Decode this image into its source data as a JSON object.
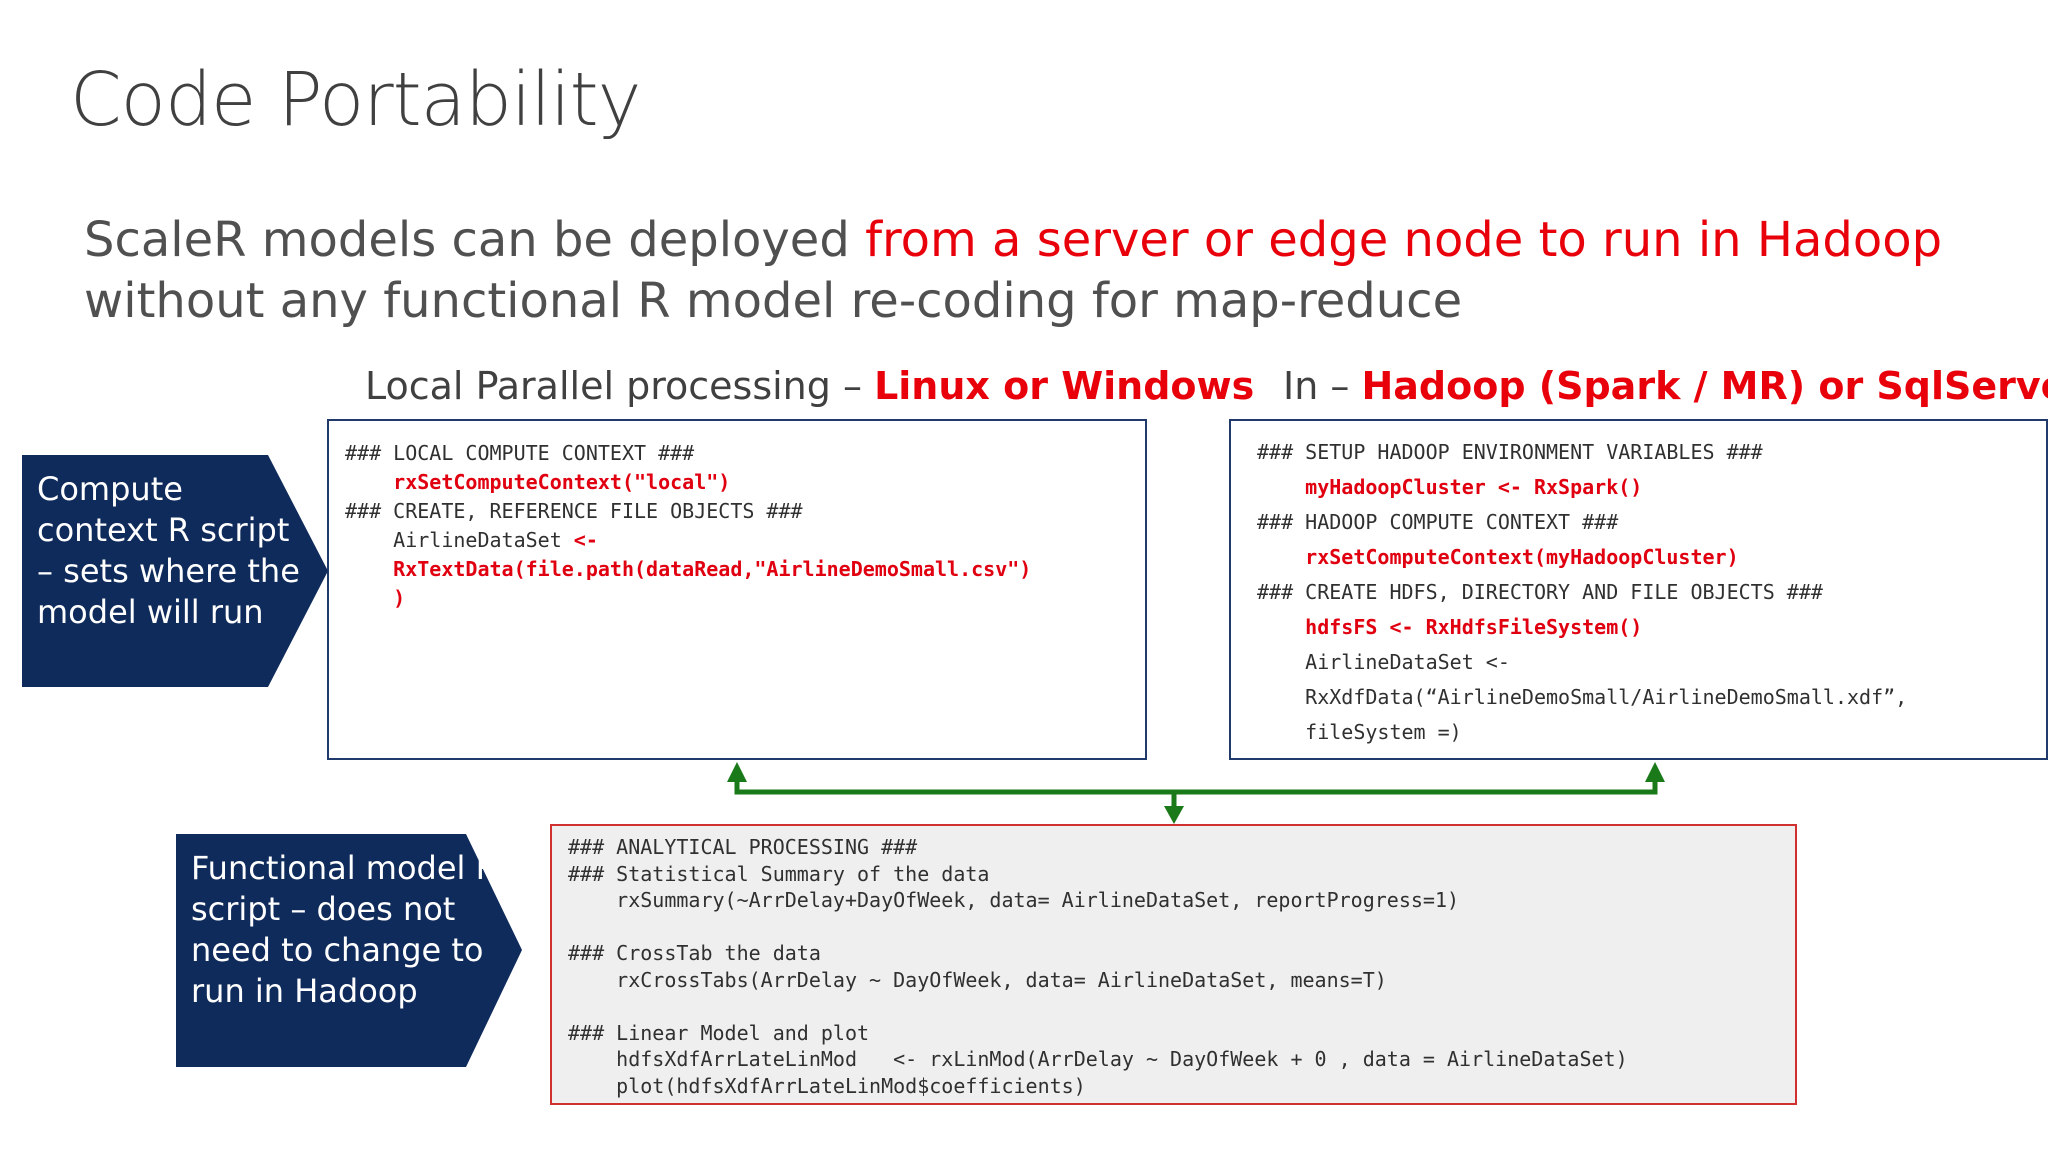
{
  "slide": {
    "title": "Code Portability",
    "subtitle": {
      "line1_prefix": "ScaleR models can be deployed ",
      "line1_highlight": "from a server or edge node to run in Hadoop",
      "line2": "without any functional R model re-coding for map-reduce"
    }
  },
  "left_panel": {
    "heading_prefix": "Local Parallel processing – ",
    "heading_highlight": "Linux or Windows",
    "code": [
      {
        "text": "### LOCAL COMPUTE CONTEXT ###",
        "style": "comment"
      },
      {
        "text": "    rxSetComputeContext(\"local\")",
        "style": "red"
      },
      {
        "text": "### CREATE, REFERENCE FILE OBJECTS ###",
        "style": "comment"
      },
      {
        "text": "    AirlineDataSet <-",
        "style": "mixed"
      },
      {
        "text": "    RxTextData(file.path(dataRead,\"AirlineDemoSmall.csv\")",
        "style": "red"
      },
      {
        "text": "    )",
        "style": "red"
      }
    ]
  },
  "right_panel": {
    "heading_prefix": "In – ",
    "heading_highlight": "Hadoop (Spark / MR) or SqlServer",
    "code": [
      {
        "text": "### SETUP HADOOP ENVIRONMENT VARIABLES ###",
        "style": "comment"
      },
      {
        "text": "    myHadoopCluster <- RxSpark()",
        "style": "red"
      },
      {
        "text": "### HADOOP COMPUTE CONTEXT ###",
        "style": "comment"
      },
      {
        "text": "    rxSetComputeContext(myHadoopCluster)",
        "style": "red"
      },
      {
        "text": "### CREATE HDFS, DIRECTORY AND FILE OBJECTS ###",
        "style": "comment"
      },
      {
        "text": "    hdfsFS <- RxHdfsFileSystem()",
        "style": "red"
      },
      {
        "text": "    AirlineDataSet <-",
        "style": "comment"
      },
      {
        "text": "    RxXdfData(“AirlineDemoSmall/AirlineDemoSmall.xdf”,",
        "style": "comment"
      },
      {
        "text": "    fileSystem =)",
        "style": "comment"
      }
    ]
  },
  "bottom_panel": {
    "code": [
      {
        "text": "### ANALYTICAL PROCESSING ###"
      },
      {
        "text": "### Statistical Summary of the data"
      },
      {
        "text": "    rxSummary(~ArrDelay+DayOfWeek, data= AirlineDataSet, reportProgress=1)"
      },
      {
        "text": ""
      },
      {
        "text": "### CrossTab the data"
      },
      {
        "text": "    rxCrossTabs(ArrDelay ~ DayOfWeek, data= AirlineDataSet, means=T)"
      },
      {
        "text": ""
      },
      {
        "text": "### Linear Model and plot"
      },
      {
        "text": "    hdfsXdfArrLateLinMod   <- rxLinMod(ArrDelay ~ DayOfWeek + 0 , data = AirlineDataSet)"
      },
      {
        "text": "    plot(hdfsXdfArrLateLinMod$coefficients)"
      }
    ]
  },
  "callouts": {
    "compute_context": [
      "Compute",
      "context R script",
      "– sets where the",
      "model will run"
    ],
    "functional_model": [
      "Functional model R",
      "script – does not",
      "need to change to",
      "run in Hadoop"
    ]
  },
  "colors": {
    "accent_red": "#e8000b",
    "navy": "#0f2b5b",
    "connector_green": "#1a7a1a"
  }
}
